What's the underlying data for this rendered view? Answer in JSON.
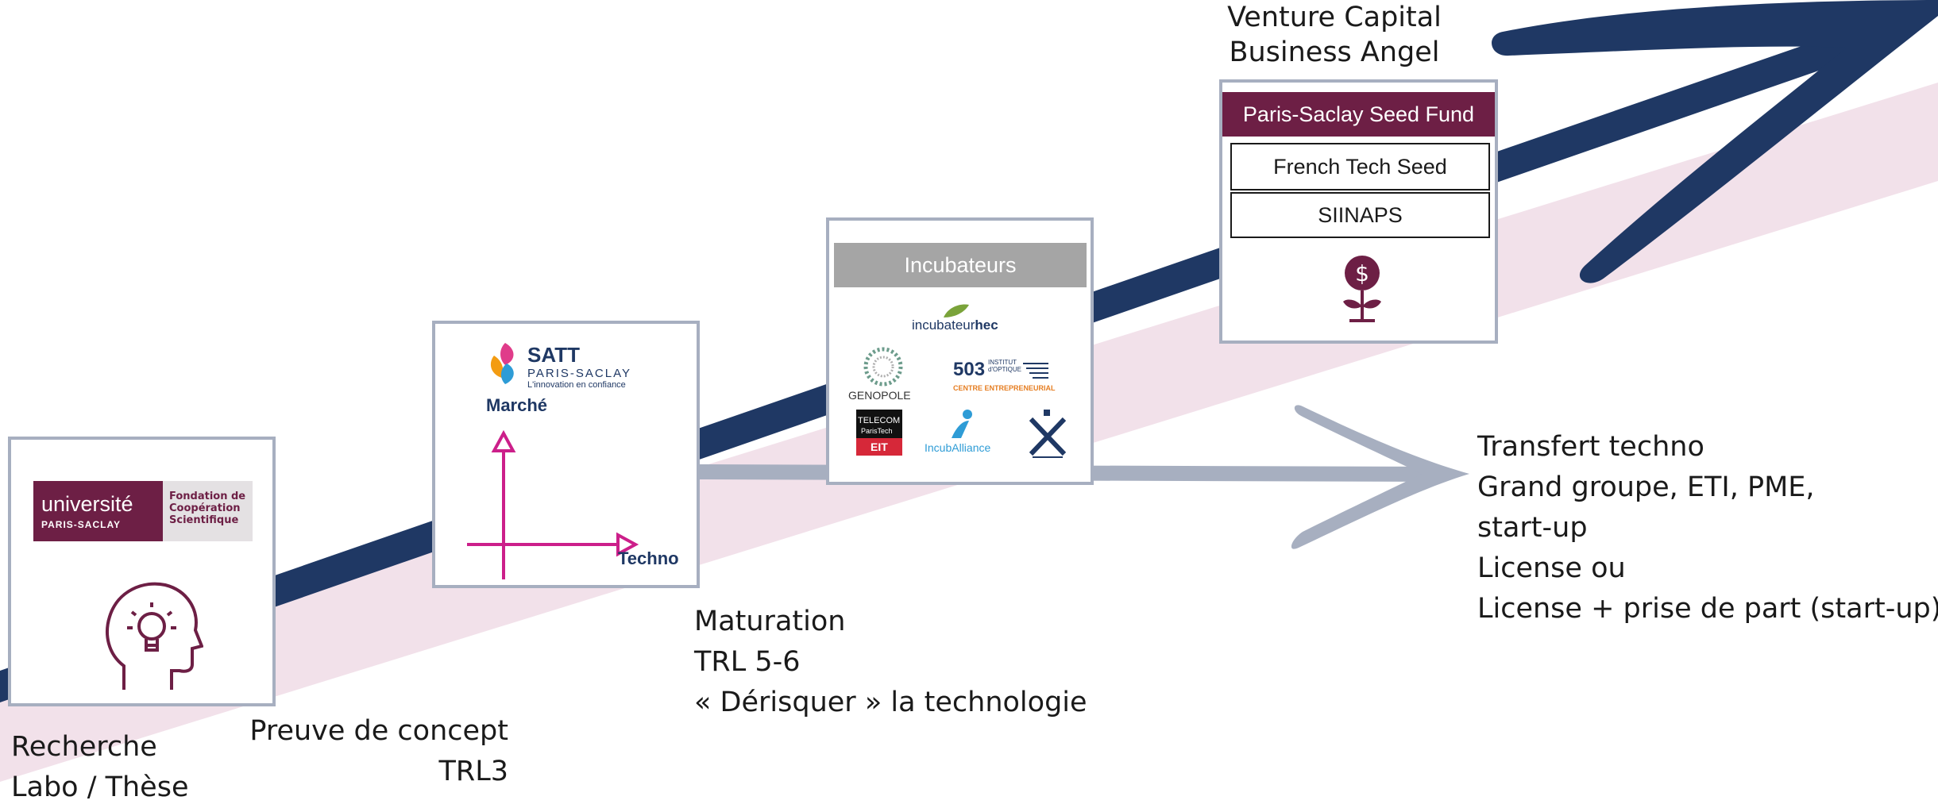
{
  "colors": {
    "navy": "#1f3864",
    "pink_band": "#f2e1ea",
    "grey_arrow": "#a7afc0",
    "plum": "#6d1f45",
    "magenta": "#cc1f8a",
    "box_border": "#a7afc0",
    "incub_banner": "#a5a5a5"
  },
  "stages": {
    "recherche": {
      "lines": [
        "Recherche",
        "Labo / Thèse"
      ]
    },
    "preuve": {
      "lines": [
        "Preuve de concept",
        "TRL3"
      ]
    },
    "maturation": {
      "lines": [
        "Maturation",
        "TRL 5-6",
        "« Dérisquer » la technologie"
      ]
    },
    "vc": {
      "lines": [
        "Venture Capital",
        "Business Angel"
      ]
    },
    "transfert": {
      "lines": [
        "Transfert techno",
        "Grand groupe, ETI, PME,",
        "start-up",
        "License ou",
        "License + prise de part (start-up)"
      ]
    }
  },
  "box_recherche": {
    "logo": {
      "word": "université",
      "sub": "PARIS-SACLAY",
      "fondation": [
        "Fondation de",
        "Coopération",
        "Scientifique"
      ]
    },
    "icon": "head-lightbulb-icon"
  },
  "box_satt": {
    "logo": {
      "title": "SATT",
      "sub": "PARIS-SACLAY",
      "tagline": "L'innovation en confiance"
    },
    "axis_y_label": "Marché",
    "axis_x_label": "Techno",
    "icon": "axes-arrows-icon"
  },
  "box_incub": {
    "banner": "Incubateurs",
    "logos": {
      "hec": {
        "pre": "incubateur",
        "post": "hec"
      },
      "genopole": "GENOPOLE",
      "i503": {
        "num": "503",
        "inst": [
          "INSTITUT",
          "d'OPTIQUE"
        ],
        "sub": "CENTRE ENTREPRENEURIAL"
      },
      "telecom": {
        "l1": "TELECOM",
        "l2": "ParisTech",
        "l3": "EIT"
      },
      "incuballiance": "IncubAlliance"
    }
  },
  "box_seed": {
    "banner": "Paris-Saclay Seed Fund",
    "items": [
      "French Tech Seed",
      "SIINAPS"
    ],
    "icon": "money-plant-icon"
  }
}
